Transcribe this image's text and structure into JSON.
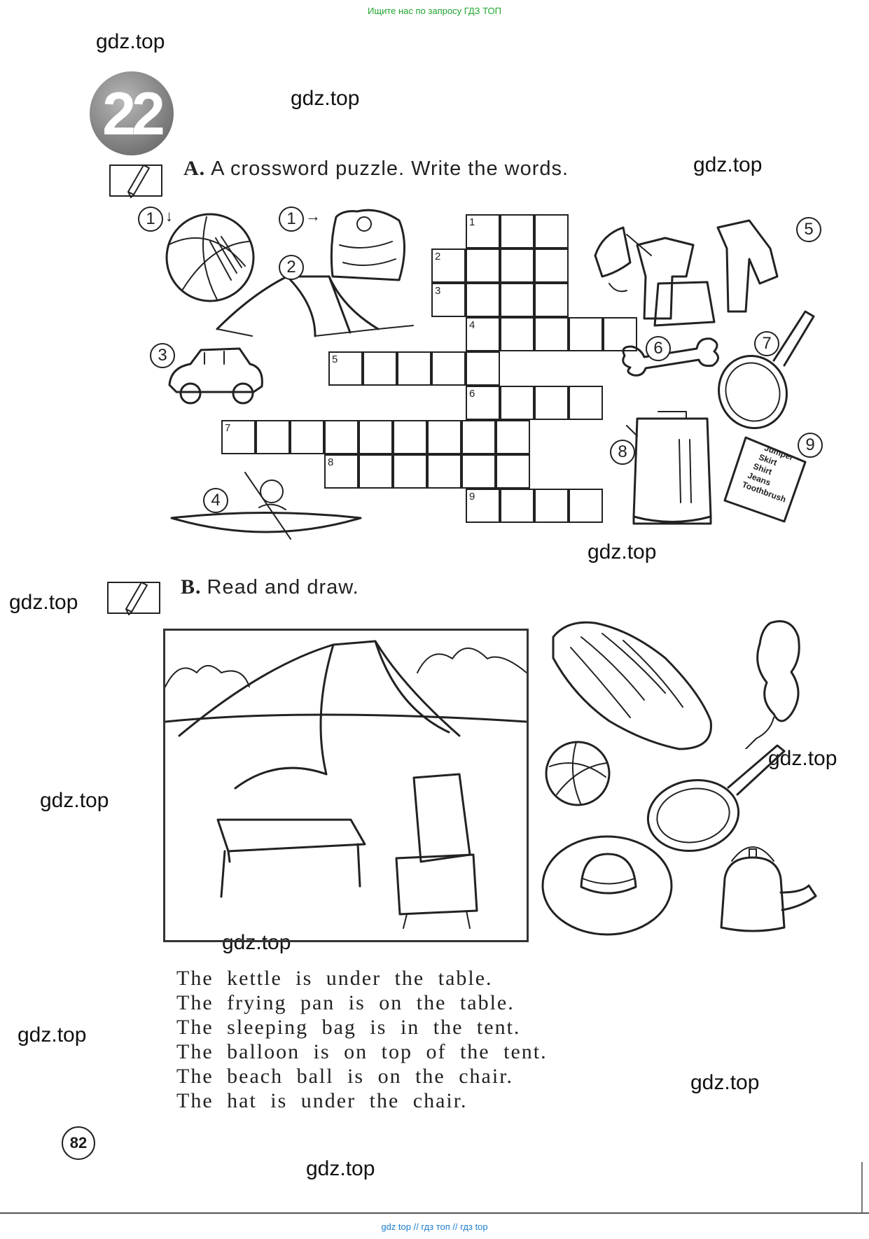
{
  "top_banner": "Ищите нас по запросу ГДЗ ТОП",
  "watermark": "gdz.top",
  "unit_number": "22",
  "section_a": {
    "letter": "A.",
    "instruction": "A crossword puzzle. Write the words."
  },
  "section_b": {
    "letter": "B.",
    "instruction": "Read and draw."
  },
  "crossword": {
    "clue_numbers": [
      "1",
      "2",
      "3",
      "4",
      "5",
      "6",
      "7",
      "8",
      "9"
    ],
    "picture_numbers": {
      "p1_down": "1",
      "p1_across": "1",
      "p2": "2",
      "p3": "3",
      "p4": "4",
      "p5": "5",
      "p6": "6",
      "p7": "7",
      "p8": "8",
      "p9": "9"
    }
  },
  "packing_list": [
    "Jumper",
    "Skirt",
    "Shirt",
    "Jeans",
    "Toothbrush"
  ],
  "sentences": [
    "The kettle is under the table.",
    "The frying pan is on the table.",
    "The sleeping bag is in the tent.",
    "The balloon is on top of the tent.",
    "The beach ball is on the chair.",
    "The hat is under the chair."
  ],
  "page_number": "82",
  "footer": "gdz top  //  гдз топ  //  гдз top",
  "colors": {
    "banner_green": "#21a52e",
    "footer_blue": "#1c7fcf",
    "badge_grey": "#8a8a8a"
  }
}
